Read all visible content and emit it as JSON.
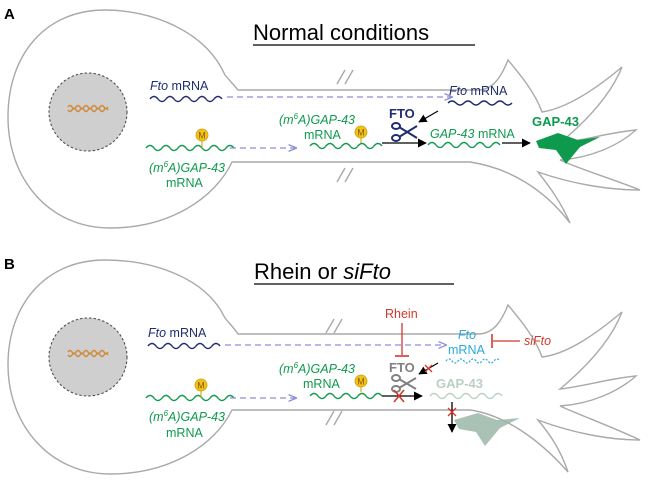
{
  "colors": {
    "navy": "#1f2d6e",
    "green": "#0e9a4d",
    "red": "#d2382c",
    "cyan": "#2aa9d8",
    "gray": "#808080",
    "faded_green": "#9bb7a8",
    "dashed": "#8d8fd6",
    "cell_outline": "#a9a9a9",
    "methyl_fill": "#f2c21b"
  },
  "icons": {
    "methyl": "m6a-marker-icon",
    "scissors": "scissors-icon",
    "inhibit": "inhibition-bar-icon",
    "block": "cross-mark-icon"
  },
  "panel_a": {
    "letter": "A",
    "title": "Normal conditions",
    "fto_mrna_soma": {
      "gene": "Fto",
      "suffix": " mRNA"
    },
    "fto_mrna_axon": {
      "gene": "Fto",
      "suffix": " mRNA"
    },
    "methyl_mark": "M",
    "m6a_mid": {
      "prefix": "(m",
      "sup": "6",
      "mid": "A)",
      "gene": "GAP-43",
      "line2": "mRNA"
    },
    "m6a_soma": {
      "prefix": "(m",
      "sup": "6",
      "mid": "A)",
      "gene": "GAP-43",
      "line2": "mRNA"
    },
    "fto": "FTO",
    "gap43_mrna": {
      "gene": "GAP-43",
      "suffix": " mRNA"
    },
    "gap43_protein": "GAP-43"
  },
  "panel_b": {
    "letter": "B",
    "title_prefix": "Rhein or ",
    "title_ital": "siFto",
    "fto_mrna_soma": {
      "gene": "Fto",
      "suffix": " mRNA"
    },
    "rhein": "Rhein",
    "fto_mrna_cone": {
      "gene": "Fto",
      "line2": "mRNA"
    },
    "sifto": "siFto",
    "methyl_mark": "M",
    "m6a_mid": {
      "prefix": "(m",
      "sup": "6",
      "mid": "A)",
      "gene": "GAP-43",
      "line2": "mRNA"
    },
    "m6a_soma": {
      "prefix": "(m",
      "sup": "6",
      "mid": "A)",
      "gene": "GAP-43",
      "line2": "mRNA"
    },
    "fto": "FTO",
    "gap43_protein": "GAP-43"
  }
}
